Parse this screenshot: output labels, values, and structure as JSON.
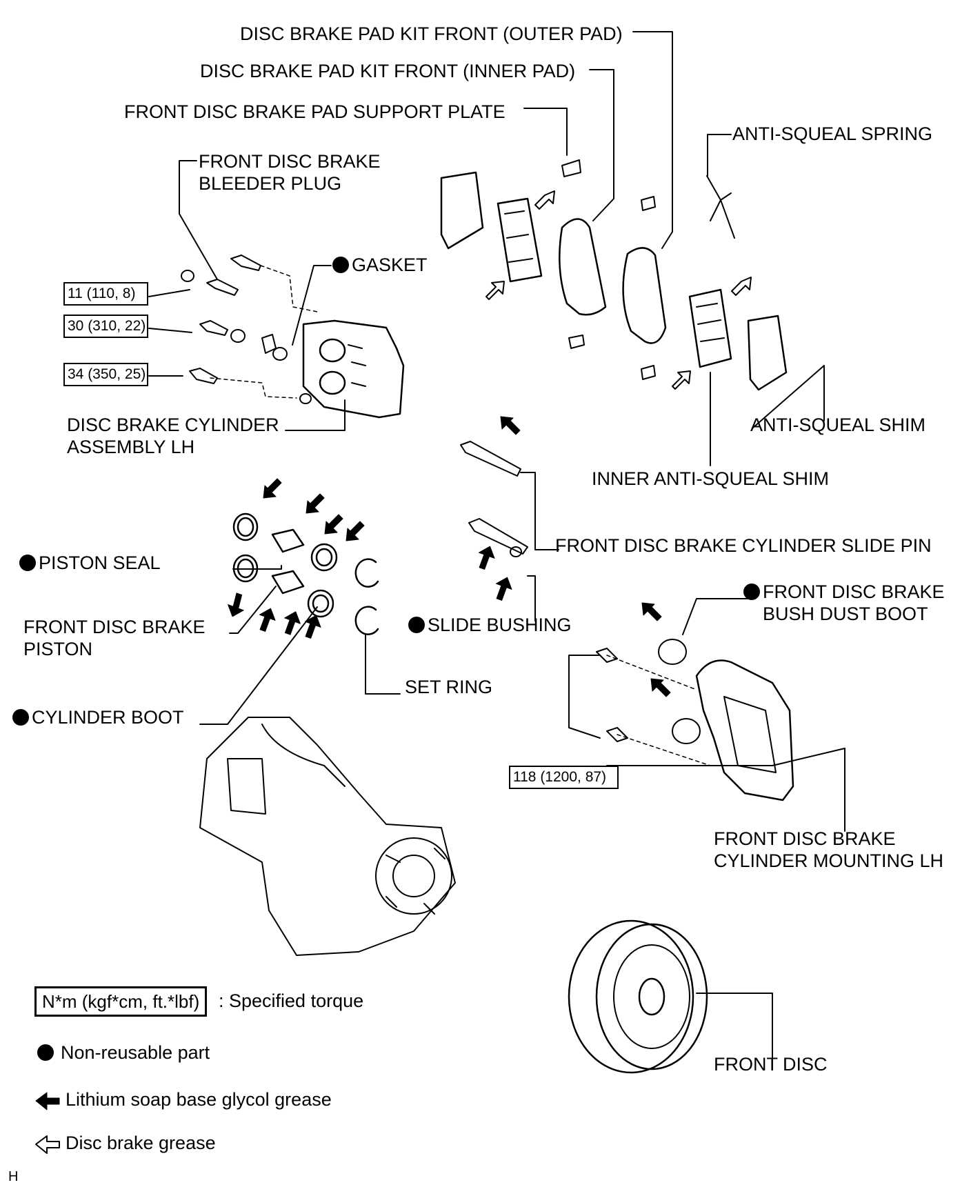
{
  "labels": {
    "outer_pad": "DISC BRAKE PAD KIT FRONT (OUTER PAD)",
    "inner_pad": "DISC BRAKE PAD KIT FRONT (INNER PAD)",
    "support_plate": "FRONT DISC BRAKE PAD SUPPORT PLATE",
    "anti_squeal_spring": "ANTI-SQUEAL SPRING",
    "bleeder_plug_1": "FRONT DISC BRAKE",
    "bleeder_plug_2": "BLEEDER PLUG",
    "gasket": "GASKET",
    "cylinder_assembly_1": "DISC BRAKE CYLINDER",
    "cylinder_assembly_2": "ASSEMBLY LH",
    "anti_squeal_shim": "ANTI-SQUEAL SHIM",
    "inner_anti_squeal_shim": "INNER ANTI-SQUEAL SHIM",
    "slide_pin": "FRONT DISC BRAKE CYLINDER SLIDE PIN",
    "piston_seal": "PISTON SEAL",
    "piston_1": "FRONT DISC BRAKE",
    "piston_2": "PISTON",
    "slide_bushing": "SLIDE BUSHING",
    "bush_dust_boot_1": "FRONT DISC BRAKE",
    "bush_dust_boot_2": "BUSH DUST BOOT",
    "set_ring": "SET RING",
    "cylinder_boot": "CYLINDER BOOT",
    "cylinder_mounting_1": "FRONT DISC BRAKE",
    "cylinder_mounting_2": "CYLINDER MOUNTING LH",
    "front_disc": "FRONT DISC",
    "corner_mark": "H"
  },
  "torques": {
    "bleeder": "11 (110, 8)",
    "union_bolt": "30 (310, 22)",
    "caliper_bolt": "34 (350, 25)",
    "mounting_bolt": "118 (1200, 87)"
  },
  "legend": {
    "torque_unit": "N*m (kgf*cm, ft.*lbf)",
    "torque_desc": ": Specified torque",
    "non_reusable": "Non-reusable part",
    "lithium_grease": "Lithium soap base glycol grease",
    "disc_grease": "Disc brake grease"
  }
}
